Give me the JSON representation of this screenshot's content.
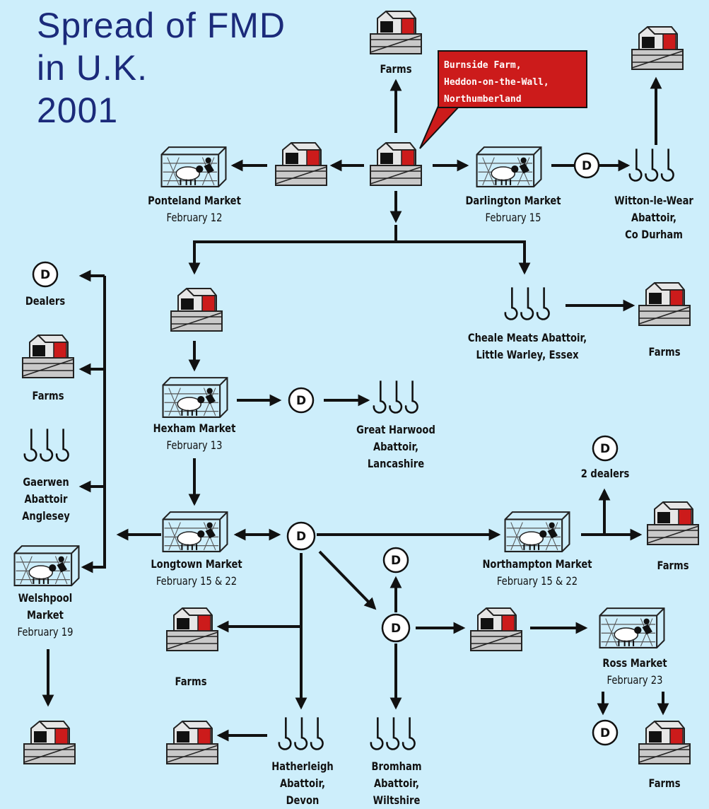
{
  "title": {
    "line1": "Spread of FMD",
    "line2": "in U.K.",
    "line3": "2001"
  },
  "colors": {
    "background": "#cdeefb",
    "title": "#1b2a7a",
    "barn_red": "#cc1b1b",
    "callout": "#cc1b1b"
  },
  "dealer_symbol": "D",
  "callout": {
    "line1": "Burnside Farm,",
    "line2": "Heddon-on-the-Wall,",
    "line3": "Northumberland"
  },
  "labels": {
    "farms_top": "Farms",
    "ponteland": {
      "name": "Ponteland Market",
      "date": "February 12"
    },
    "darlington": {
      "name": "Darlington Market",
      "date": "February 15"
    },
    "witton": {
      "line1": "Witton-le-Wear",
      "line2": "Abattoir,",
      "line3": "Co Durham"
    },
    "dealers_left": "Dealers",
    "farms_left": "Farms",
    "gaerwen": {
      "line1": "Gaerwen",
      "line2": "Abattoir",
      "line3": "Anglesey"
    },
    "welshpool": {
      "line1": "Welshpool",
      "line2": "Market",
      "line3": "February 19"
    },
    "cheale": {
      "line1": "Cheale Meats Abattoir,",
      "line2": "Little Warley, Essex"
    },
    "farms_cheale": "Farms",
    "hexham": {
      "name": "Hexham Market",
      "date": "February 13"
    },
    "great_harwood": {
      "line1": "Great Harwood",
      "line2": "Abattoir,",
      "line3": "Lancashire"
    },
    "two_dealers": "2 dealers",
    "longtown": {
      "name": "Longtown Market",
      "date": "February 15 & 22"
    },
    "northampton": {
      "name": "Northampton Market",
      "date": "February 15 & 22"
    },
    "farms_northampton": "Farms",
    "farms_longtown_branch": "Farms",
    "ross": {
      "name": "Ross Market",
      "date": "February 23"
    },
    "hatherleigh": {
      "line1": "Hatherleigh",
      "line2": "Abattoir,",
      "line3": "Devon"
    },
    "bromham": {
      "line1": "Bromham",
      "line2": "Abattoir,",
      "line3": "Wiltshire"
    },
    "farms_ross": "Farms"
  }
}
